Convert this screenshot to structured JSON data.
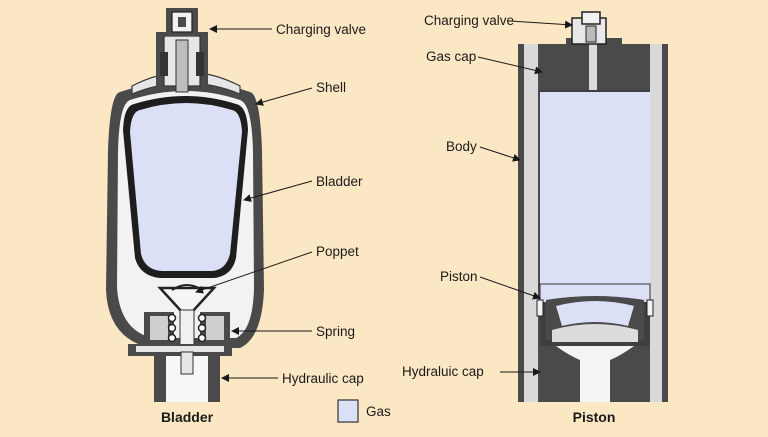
{
  "bladder_diagram": {
    "caption": "Bladder",
    "labels": {
      "charging_valve": "Charging valve",
      "shell": "Shell",
      "bladder": "Bladder",
      "poppet": "Poppet",
      "spring": "Spring",
      "hydraulic_cap": "Hydraulic cap"
    }
  },
  "piston_diagram": {
    "caption": "Piston",
    "labels": {
      "charging_valve": "Charging valve",
      "gas_cap": "Gas cap",
      "body": "Body",
      "piston": "Piston",
      "hydraulic_cap": "Hydraluic cap"
    }
  },
  "legend": {
    "label": "Gas",
    "swatch_color": "#dce0f7"
  },
  "colors": {
    "background": "#fbe7c3",
    "gas": "#dce0f7",
    "dark_gray": "#4a4a4a",
    "light_gray": "#dddddd"
  }
}
